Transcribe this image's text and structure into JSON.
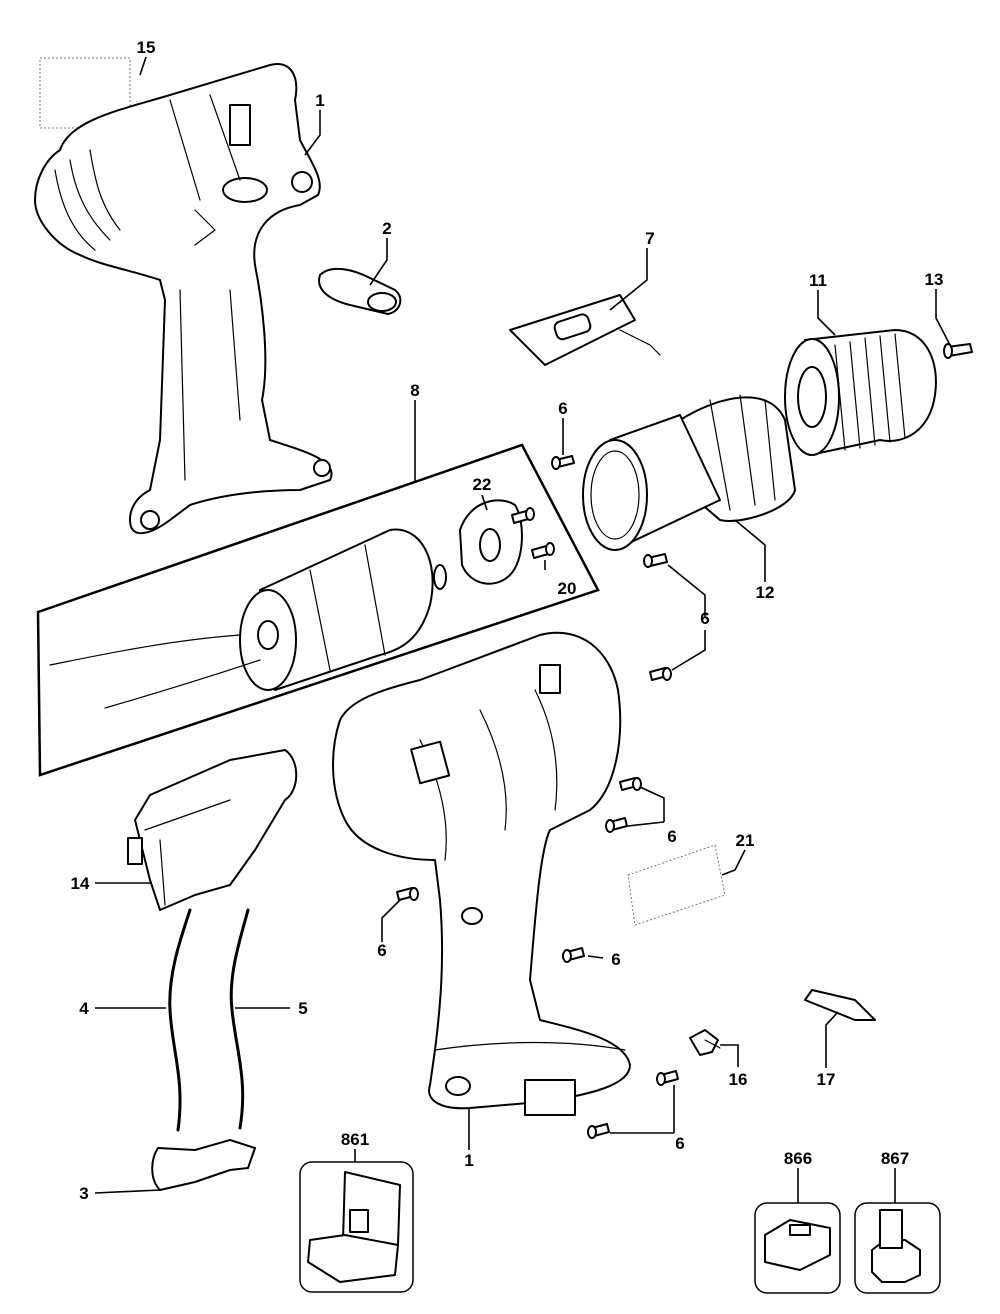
{
  "callouts": [
    {
      "id": "c15",
      "text": "15"
    },
    {
      "id": "c1a",
      "text": "1"
    },
    {
      "id": "c2",
      "text": "2"
    },
    {
      "id": "c7",
      "text": "7"
    },
    {
      "id": "c11",
      "text": "11"
    },
    {
      "id": "c13",
      "text": "13"
    },
    {
      "id": "c8",
      "text": "8"
    },
    {
      "id": "c22",
      "text": "22"
    },
    {
      "id": "c20",
      "text": "20"
    },
    {
      "id": "c6a",
      "text": "6"
    },
    {
      "id": "c12",
      "text": "12"
    },
    {
      "id": "c6b",
      "text": "6"
    },
    {
      "id": "c6c",
      "text": "6"
    },
    {
      "id": "c21",
      "text": "21"
    },
    {
      "id": "c14",
      "text": "14"
    },
    {
      "id": "c6d",
      "text": "6"
    },
    {
      "id": "c6e",
      "text": "6"
    },
    {
      "id": "c4",
      "text": "4"
    },
    {
      "id": "c5",
      "text": "5"
    },
    {
      "id": "c16",
      "text": "16"
    },
    {
      "id": "c17",
      "text": "17"
    },
    {
      "id": "c1b",
      "text": "1"
    },
    {
      "id": "c6f",
      "text": "6"
    },
    {
      "id": "c861",
      "text": "861"
    },
    {
      "id": "c866",
      "text": "866"
    },
    {
      "id": "c867",
      "text": "867"
    },
    {
      "id": "c3",
      "text": "3"
    }
  ]
}
